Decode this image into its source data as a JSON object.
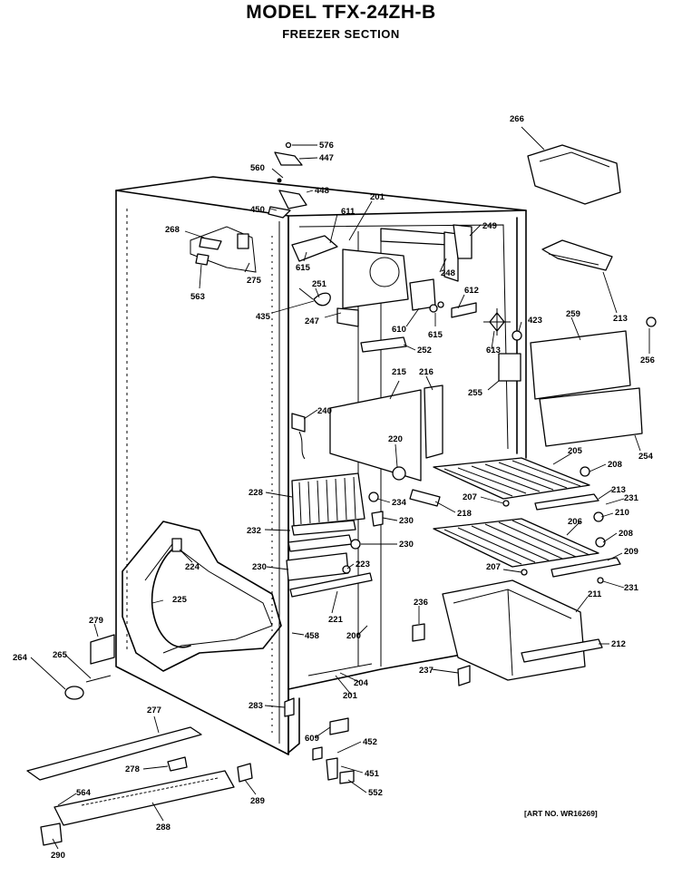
{
  "header": {
    "title": "MODEL TFX-24ZH-B",
    "subtitle": "FREEZER SECTION"
  },
  "footer": {
    "art_number": "[ART NO. WR16269]"
  },
  "callouts": [
    {
      "id": "c576",
      "text": "576"
    },
    {
      "id": "c447",
      "text": "447"
    },
    {
      "id": "c560",
      "text": "560"
    },
    {
      "id": "c448",
      "text": "448"
    },
    {
      "id": "c450",
      "text": "450"
    },
    {
      "id": "c201a",
      "text": "201"
    },
    {
      "id": "c611",
      "text": "611"
    },
    {
      "id": "c268",
      "text": "268"
    },
    {
      "id": "c615a",
      "text": "615"
    },
    {
      "id": "c275",
      "text": "275"
    },
    {
      "id": "c563",
      "text": "563"
    },
    {
      "id": "c251",
      "text": "251"
    },
    {
      "id": "c435",
      "text": "435"
    },
    {
      "id": "c247",
      "text": "247"
    },
    {
      "id": "c249",
      "text": "249"
    },
    {
      "id": "c248",
      "text": "248"
    },
    {
      "id": "c612",
      "text": "612"
    },
    {
      "id": "c610",
      "text": "610"
    },
    {
      "id": "c615b",
      "text": "615"
    },
    {
      "id": "c252",
      "text": "252"
    },
    {
      "id": "c613",
      "text": "613"
    },
    {
      "id": "c423",
      "text": "423"
    },
    {
      "id": "c266",
      "text": "266"
    },
    {
      "id": "c213a",
      "text": "213"
    },
    {
      "id": "c259",
      "text": "259"
    },
    {
      "id": "c256",
      "text": "256"
    },
    {
      "id": "c255",
      "text": "255"
    },
    {
      "id": "c215",
      "text": "215"
    },
    {
      "id": "c216",
      "text": "216"
    },
    {
      "id": "c240",
      "text": "240"
    },
    {
      "id": "c220",
      "text": "220"
    },
    {
      "id": "c254",
      "text": "254"
    },
    {
      "id": "c205",
      "text": "205"
    },
    {
      "id": "c208a",
      "text": "208"
    },
    {
      "id": "c228",
      "text": "228"
    },
    {
      "id": "c234",
      "text": "234"
    },
    {
      "id": "c218",
      "text": "218"
    },
    {
      "id": "c207a",
      "text": "207"
    },
    {
      "id": "c213b",
      "text": "213"
    },
    {
      "id": "c231a",
      "text": "231"
    },
    {
      "id": "c230a",
      "text": "230"
    },
    {
      "id": "c210",
      "text": "210"
    },
    {
      "id": "c232",
      "text": "232"
    },
    {
      "id": "c206",
      "text": "206"
    },
    {
      "id": "c208b",
      "text": "208"
    },
    {
      "id": "c230b",
      "text": "230"
    },
    {
      "id": "c224",
      "text": "224"
    },
    {
      "id": "c209",
      "text": "209"
    },
    {
      "id": "c230c",
      "text": "230"
    },
    {
      "id": "c223",
      "text": "223"
    },
    {
      "id": "c207b",
      "text": "207"
    },
    {
      "id": "c231b",
      "text": "231"
    },
    {
      "id": "c225",
      "text": "225"
    },
    {
      "id": "c221",
      "text": "221"
    },
    {
      "id": "c211",
      "text": "211"
    },
    {
      "id": "c236",
      "text": "236"
    },
    {
      "id": "c279",
      "text": "279"
    },
    {
      "id": "c458",
      "text": "458"
    },
    {
      "id": "c200",
      "text": "200"
    },
    {
      "id": "c212",
      "text": "212"
    },
    {
      "id": "c264",
      "text": "264"
    },
    {
      "id": "c265",
      "text": "265"
    },
    {
      "id": "c237",
      "text": "237"
    },
    {
      "id": "c204",
      "text": "204"
    },
    {
      "id": "c201b",
      "text": "201"
    },
    {
      "id": "c283",
      "text": "283"
    },
    {
      "id": "c277",
      "text": "277"
    },
    {
      "id": "c609",
      "text": "609"
    },
    {
      "id": "c452",
      "text": "452"
    },
    {
      "id": "c278",
      "text": "278"
    },
    {
      "id": "c451",
      "text": "451"
    },
    {
      "id": "c564",
      "text": "564"
    },
    {
      "id": "c289",
      "text": "289"
    },
    {
      "id": "c552",
      "text": "552"
    },
    {
      "id": "c288",
      "text": "288"
    },
    {
      "id": "c290",
      "text": "290"
    }
  ]
}
